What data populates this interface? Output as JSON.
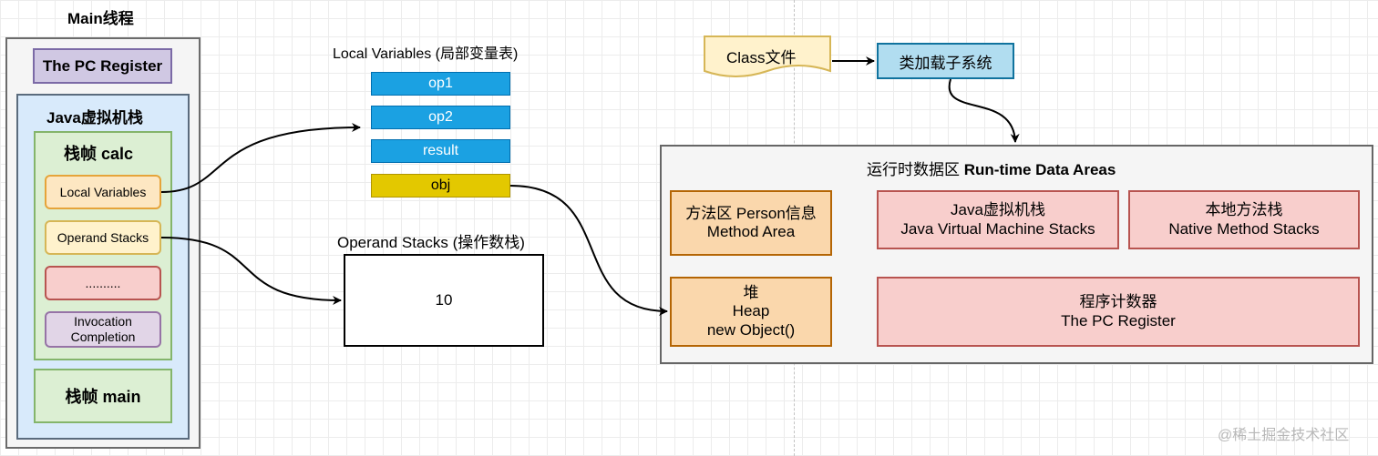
{
  "main_thread": {
    "title": "Main线程",
    "pc_register": "The PC Register",
    "jvm_stack": {
      "title": "Java虚拟机栈",
      "frame_calc": {
        "title": "栈帧 calc",
        "local_variables": "Local Variables",
        "operand_stacks": "Operand Stacks",
        "ellipsis": "..........",
        "invocation_line1": "Invocation",
        "invocation_line2": "Completion"
      },
      "frame_main": "栈帧 main"
    }
  },
  "local_variables_table": {
    "title": "Local Variables (局部变量表)",
    "slots": [
      "op1",
      "op2",
      "result",
      "obj"
    ]
  },
  "operand_stack": {
    "title": "Operand Stacks (操作数栈)",
    "value": "10"
  },
  "class_file": "Class文件",
  "class_loader": "类加载子系统",
  "runtime": {
    "title_cn": "运行时数据区",
    "title_en": "Run-time Data Areas",
    "method_area": {
      "line1": "方法区 Person信息",
      "line2": "Method Area"
    },
    "heap": {
      "line1": "堆",
      "line2": "Heap",
      "line3": "new Object()"
    },
    "jvm_stacks": {
      "line1": "Java虚拟机栈",
      "line2": "Java Virtual Machine Stacks"
    },
    "native_stacks": {
      "line1": "本地方法栈",
      "line2": "Native Method Stacks"
    },
    "pc_register": {
      "line1": "程序计数器",
      "line2": "The PC Register"
    }
  },
  "watermark": "@稀土掘金技术社区",
  "colors": {
    "pc_fill": "#d0c8e3",
    "pc_stroke": "#7b6aa6",
    "stack_fill": "#d8eafb",
    "stack_stroke": "#5a6b7d",
    "frame_fill": "#dcefd3",
    "frame_stroke": "#84b56b",
    "orange_fill": "#fde7c2",
    "orange_stroke": "#e6a43a",
    "pink_fill": "#f8cecc",
    "pink_stroke": "#b85450",
    "blue_slot_fill": "#1ba1e2",
    "blue_slot_stroke": "#006eaf",
    "obj_fill": "#e3c800",
    "obj_stroke": "#b09500",
    "loader_fill": "#b1ddf0",
    "loader_stroke": "#10739e",
    "class_fill": "#fff2cc",
    "class_stroke": "#d6b656",
    "heap_fill": "#fad7ac",
    "heap_stroke": "#b46504",
    "runtime_fill": "#f5f5f5",
    "runtime_stroke": "#666666"
  }
}
